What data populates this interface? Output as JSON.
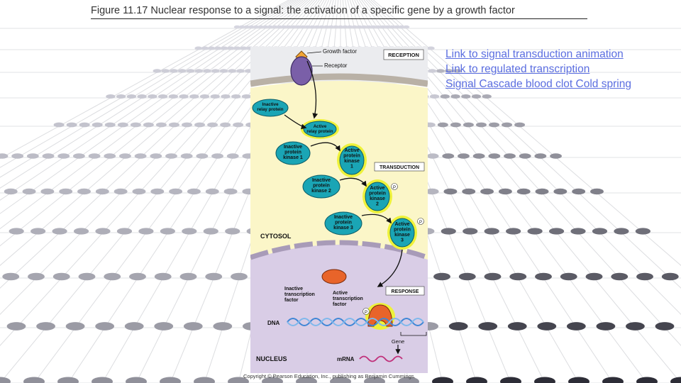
{
  "slide": {
    "title": "Figure 11.17  Nuclear response to a signal: the activation of a specific gene by a growth factor",
    "links": [
      "Link to signal transduction animation",
      "Link to regulated transcription",
      " Signal Cascade blood clot Cold spring"
    ],
    "copyright": "Copyright © Pearson Education, Inc., publishing as Benjamin Cummings."
  },
  "figure": {
    "growth_factor": "Growth factor",
    "receptor": "Receptor",
    "reception": "RECEPTION",
    "inactive_relay": [
      "Inactive",
      "relay protein"
    ],
    "active_relay": [
      "Active",
      "relay protein"
    ],
    "inactive_k1": [
      "Inactive",
      "protein",
      "kinase 1"
    ],
    "active_k1": [
      "Active",
      "protein",
      "kinase",
      "1"
    ],
    "transduction": "TRANSDUCTION",
    "inactive_k2": [
      "Inactive",
      "protein",
      "kinase 2"
    ],
    "active_k2": [
      "Active",
      "protein",
      "kinase",
      "2"
    ],
    "inactive_k3": [
      "Inactive",
      "protein",
      "kinase 3"
    ],
    "active_k3": [
      "Active",
      "protein",
      "kinase",
      "3"
    ],
    "phosphate": "P",
    "cytosol": "CYTOSOL",
    "inactive_tf": [
      "Inactive",
      "transcription",
      "factor"
    ],
    "active_tf": [
      "Active",
      "transcription",
      "factor"
    ],
    "response": "RESPONSE",
    "dna": "DNA",
    "gene": "Gene",
    "nucleus": "NUCLEUS",
    "mrna": "mRNA"
  },
  "colors": {
    "link": "#5b6ee0",
    "cytosol": "#fbf6c8",
    "nucleus": "#d9cde6",
    "relay": "#1aa5b5",
    "glow": "#eef23a",
    "receptor": "#7a5fa8"
  }
}
